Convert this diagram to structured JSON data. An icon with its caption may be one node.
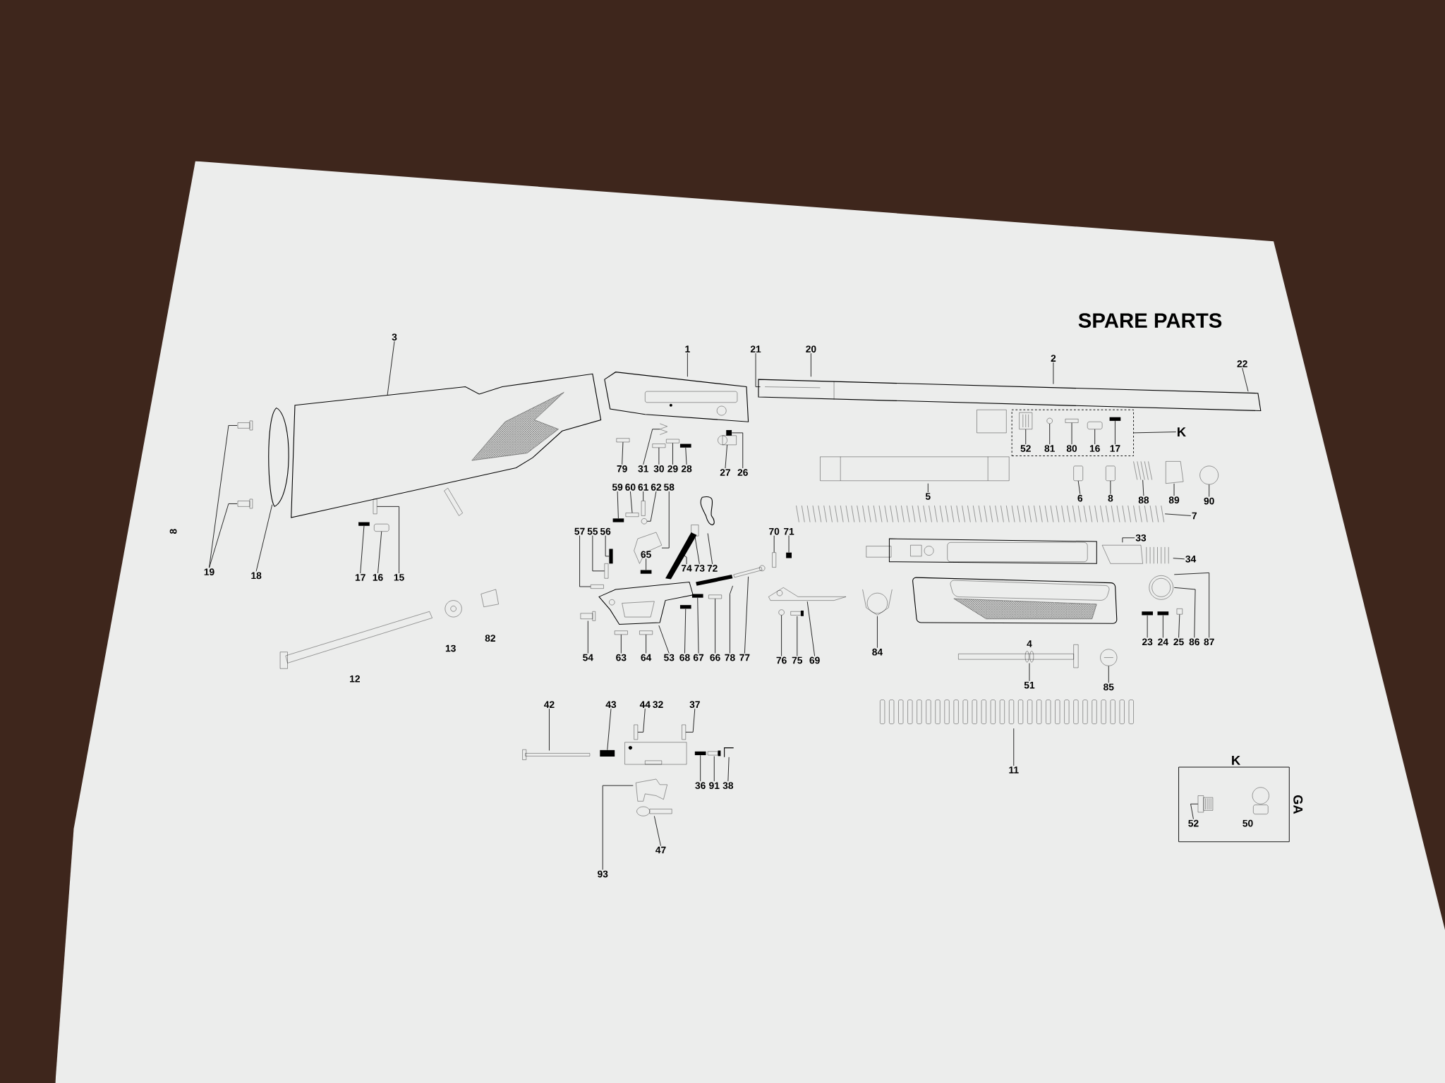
{
  "diagram": {
    "title": "SPARE PARTS",
    "nodes": [
      {
        "text": [
          "3"
        ]
      },
      {
        "text": [
          "1"
        ]
      },
      {
        "text": [
          "21"
        ]
      },
      {
        "text": [
          "20"
        ]
      },
      {
        "text": [
          "2"
        ]
      },
      {
        "text": [
          "22"
        ]
      },
      {
        "text": [],
        "shape": "box"
      },
      {
        "text": [
          "52"
        ],
        "in": 6
      },
      {
        "text": [
          "81"
        ],
        "in": 6
      },
      {
        "text": [
          "80"
        ],
        "in": 6
      },
      {
        "text": [
          "16"
        ],
        "in": 6
      },
      {
        "text": [
          "17"
        ],
        "in": 6
      },
      {
        "text": [
          "K"
        ]
      },
      {
        "text": [
          "79"
        ]
      },
      {
        "text": [
          "31"
        ]
      },
      {
        "text": [
          "30"
        ]
      },
      {
        "text": [
          "29"
        ]
      },
      {
        "text": [
          "28"
        ]
      },
      {
        "text": [
          "27"
        ]
      },
      {
        "text": [
          "26"
        ]
      },
      {
        "text": [
          "5"
        ]
      },
      {
        "text": [
          "6"
        ]
      },
      {
        "text": [
          "8"
        ]
      },
      {
        "text": [
          "88"
        ]
      },
      {
        "text": [
          "89"
        ]
      },
      {
        "text": [
          "90"
        ]
      },
      {
        "text": [
          "59"
        ]
      },
      {
        "text": [
          "60"
        ]
      },
      {
        "text": [
          "61"
        ]
      },
      {
        "text": [
          "62"
        ]
      },
      {
        "text": [
          "58"
        ]
      },
      {
        "text": [
          "7"
        ]
      },
      {
        "text": [
          "70"
        ]
      },
      {
        "text": [
          "71"
        ]
      },
      {
        "text": [
          "57"
        ]
      },
      {
        "text": [
          "55"
        ]
      },
      {
        "text": [
          "56"
        ]
      },
      {
        "text": [
          "19"
        ]
      },
      {
        "text": [
          "18"
        ]
      },
      {
        "text": [
          "17"
        ]
      },
      {
        "text": [
          "16"
        ]
      },
      {
        "text": [
          "15"
        ]
      },
      {
        "text": [
          "65"
        ]
      },
      {
        "text": [
          "74"
        ]
      },
      {
        "text": [
          "73"
        ]
      },
      {
        "text": [
          "72"
        ]
      },
      {
        "text": [
          "33"
        ]
      },
      {
        "text": [
          "34"
        ]
      },
      {
        "text": [
          "54"
        ]
      },
      {
        "text": [
          "63"
        ]
      },
      {
        "text": [
          "64"
        ]
      },
      {
        "text": [
          "53"
        ]
      },
      {
        "text": [
          "68"
        ]
      },
      {
        "text": [
          "67"
        ]
      },
      {
        "text": [
          "66"
        ]
      },
      {
        "text": [
          "78"
        ]
      },
      {
        "text": [
          "77"
        ]
      },
      {
        "text": [
          "76"
        ]
      },
      {
        "text": [
          "75"
        ]
      },
      {
        "text": [
          "69"
        ]
      },
      {
        "text": [
          "84"
        ]
      },
      {
        "text": [
          "23"
        ]
      },
      {
        "text": [
          "24"
        ]
      },
      {
        "text": [
          "25"
        ]
      },
      {
        "text": [
          "86"
        ]
      },
      {
        "text": [
          "87"
        ]
      },
      {
        "text": [
          "51"
        ]
      },
      {
        "text": [
          "85"
        ]
      },
      {
        "text": [
          "42"
        ]
      },
      {
        "text": [
          "43"
        ]
      },
      {
        "text": [
          "44"
        ]
      },
      {
        "text": [
          "37"
        ]
      },
      {
        "text": [
          "11"
        ]
      },
      {
        "text": [
          "K"
        ],
        "beside": [
          "GA"
        ]
      },
      {
        "text": [
          "52"
        ],
        "in": 73
      },
      {
        "text": [
          "36"
        ]
      },
      {
        "text": [
          "91"
        ]
      },
      {
        "text": [
          "38"
        ]
      },
      {
        "text": [
          "47"
        ]
      },
      {
        "text": [
          "93"
        ]
      },
      {
        "text": [],
        "shape": "box",
        "in": 6
      },
      {
        "text": [],
        "shape": "circle",
        "in": 6
      },
      {
        "text": [],
        "shape": "box",
        "in": 6
      },
      {
        "text": [],
        "shape": "box",
        "in": 6
      },
      {
        "text": [],
        "shape": "bar",
        "in": 6
      },
      {
        "text": [],
        "shape": "box"
      },
      {
        "text": [],
        "shape": "spring"
      },
      {
        "text": [],
        "shape": "box"
      },
      {
        "text": [],
        "shape": "box"
      },
      {
        "text": [],
        "shape": "bar"
      },
      {
        "text": [],
        "shape": "box"
      },
      {
        "text": [],
        "shape": "bar"
      },
      {
        "text": [],
        "shape": "box"
      },
      {
        "text": [],
        "shape": "box"
      },
      {
        "text": [],
        "shape": "spring"
      },
      {
        "text": [],
        "shape": "box"
      },
      {
        "text": [],
        "shape": "circle"
      },
      {
        "text": [],
        "shape": "bar"
      },
      {
        "text": [],
        "shape": "box"
      },
      {
        "text": [],
        "shape": "box"
      },
      {
        "text": [],
        "shape": "circle"
      },
      {
        "text": [],
        "shape": "picture"
      },
      {
        "text": [],
        "shape": "spring"
      },
      {
        "text": [],
        "shape": "box"
      },
      {
        "text": [],
        "shape": "bar"
      },
      {
        "text": [],
        "shape": "box"
      },
      {
        "text": [],
        "shape": "box"
      },
      {
        "text": [],
        "shape": "bar"
      },
      {
        "text": [],
        "shape": "box"
      },
      {
        "text": [],
        "shape": "box"
      },
      {
        "text": [],
        "shape": "bar"
      },
      {
        "text": [],
        "shape": "box"
      },
      {
        "text": [],
        "shape": "box"
      },
      {
        "text": [],
        "shape": "bar"
      },
      {
        "text": [],
        "shape": "bar"
      },
      {
        "text": [],
        "shape": "box"
      },
      {
        "text": [],
        "shape": "picture"
      },
      {
        "text": [],
        "shape": "box"
      },
      {
        "text": [],
        "shape": "box"
      },
      {
        "text": [],
        "shape": "box"
      },
      {
        "text": [],
        "shape": "picture"
      },
      {
        "text": [],
        "shape": "bar"
      },
      {
        "text": [],
        "shape": "box"
      },
      {
        "text": [],
        "shape": "circle"
      },
      {
        "text": [],
        "shape": "box"
      },
      {
        "text": [],
        "shape": "picture"
      },
      {
        "text": [],
        "shape": "circle"
      },
      {
        "text": [],
        "shape": "bar"
      },
      {
        "text": [],
        "shape": "bar"
      },
      {
        "text": [],
        "shape": "box"
      },
      {
        "text": [],
        "shape": "bar"
      },
      {
        "text": [],
        "shape": "box"
      },
      {
        "text": [],
        "shape": "picture"
      },
      {
        "text": [],
        "shape": "bar"
      },
      {
        "text": [],
        "shape": "bar"
      },
      {
        "text": [],
        "shape": "box"
      },
      {
        "text": [],
        "shape": "circle"
      },
      {
        "text": [],
        "shape": "box"
      },
      {
        "text": [],
        "shape": "circle"
      },
      {
        "text": [],
        "shape": "bar"
      },
      {
        "text": [],
        "shape": "box"
      },
      {
        "text": [],
        "shape": "box"
      },
      {
        "text": [],
        "shape": "box",
        "in": 73
      },
      {
        "text": [],
        "shape": "box"
      }
    ],
    "edges": [
      {
        "from": 0,
        "to": null,
        "arrow": "none"
      },
      {
        "from": 1,
        "to": null,
        "arrow": "none"
      },
      {
        "from": 2,
        "to": null,
        "arrow": "none"
      },
      {
        "from": 3,
        "to": null,
        "arrow": "none"
      },
      {
        "from": 4,
        "to": null,
        "arrow": "none"
      },
      {
        "from": 5,
        "to": null,
        "arrow": "none"
      },
      {
        "from": 7,
        "to": 80,
        "arrow": "none"
      },
      {
        "from": 8,
        "to": 81,
        "arrow": "none"
      },
      {
        "from": 9,
        "to": 82,
        "arrow": "none"
      },
      {
        "from": 10,
        "to": 83,
        "arrow": "none"
      },
      {
        "from": 11,
        "to": 84,
        "arrow": "none"
      },
      {
        "from": 12,
        "to": 6,
        "arrow": "none"
      },
      {
        "from": 13,
        "to": 85,
        "arrow": "none"
      },
      {
        "from": 14,
        "to": 86,
        "arrow": "none"
      },
      {
        "from": 15,
        "to": 87,
        "arrow": "none"
      },
      {
        "from": 16,
        "to": 88,
        "arrow": "none"
      },
      {
        "from": 17,
        "to": 89,
        "arrow": "none"
      },
      {
        "from": 18,
        "to": 90,
        "arrow": "none"
      },
      {
        "from": 19,
        "to": 91,
        "arrow": "none"
      },
      {
        "from": 20,
        "to": null,
        "arrow": "none"
      },
      {
        "from": 21,
        "to": 92,
        "arrow": "none"
      },
      {
        "from": 22,
        "to": 93,
        "arrow": "none"
      },
      {
        "from": 23,
        "to": 94,
        "arrow": "none"
      },
      {
        "from": 24,
        "to": 95,
        "arrow": "none"
      },
      {
        "from": 25,
        "to": 96,
        "arrow": "none"
      },
      {
        "from": 26,
        "to": 97,
        "arrow": "none"
      },
      {
        "from": 27,
        "to": 98,
        "arrow": "none"
      },
      {
        "from": 28,
        "to": 99,
        "arrow": "none"
      },
      {
        "from": 29,
        "to": 100,
        "arrow": "none"
      },
      {
        "from": 30,
        "to": 101,
        "arrow": "none"
      },
      {
        "from": 31,
        "to": 102,
        "arrow": "none"
      },
      {
        "from": 32,
        "to": 103,
        "arrow": "none"
      },
      {
        "from": 33,
        "to": 104,
        "arrow": "none"
      },
      {
        "from": 34,
        "to": 105,
        "arrow": "none"
      },
      {
        "from": 35,
        "to": 106,
        "arrow": "none"
      },
      {
        "from": 36,
        "to": 107,
        "arrow": "none"
      },
      {
        "from": 37,
        "to": 108,
        "arrow": "none"
      },
      {
        "from": 37,
        "to": 109,
        "arrow": "none"
      },
      {
        "from": 38,
        "to": null,
        "arrow": "none"
      },
      {
        "from": 39,
        "to": 110,
        "arrow": "none"
      },
      {
        "from": 40,
        "to": 111,
        "arrow": "none"
      },
      {
        "from": 41,
        "to": 112,
        "arrow": "none"
      },
      {
        "from": 42,
        "to": 113,
        "arrow": "none"
      },
      {
        "from": 43,
        "to": 114,
        "arrow": "none"
      },
      {
        "from": 44,
        "to": 115,
        "arrow": "none"
      },
      {
        "from": 45,
        "to": 116,
        "arrow": "none"
      },
      {
        "from": 46,
        "to": null,
        "arrow": "none"
      },
      {
        "from": 47,
        "to": null,
        "arrow": "none"
      },
      {
        "from": 48,
        "to": 117,
        "arrow": "none"
      },
      {
        "from": 49,
        "to": 118,
        "arrow": "none"
      },
      {
        "from": 50,
        "to": 119,
        "arrow": "none"
      },
      {
        "from": 51,
        "to": 120,
        "arrow": "none"
      },
      {
        "from": 52,
        "to": 133,
        "arrow": "none"
      },
      {
        "from": 53,
        "to": 134,
        "arrow": "none"
      },
      {
        "from": 54,
        "to": 135,
        "arrow": "none"
      },
      {
        "from": 55,
        "to": 121,
        "arrow": "none"
      },
      {
        "from": 56,
        "to": 122,
        "arrow": "none"
      },
      {
        "from": 57,
        "to": 123,
        "arrow": "none"
      },
      {
        "from": 58,
        "to": 124,
        "arrow": "none"
      },
      {
        "from": 59,
        "to": 125,
        "arrow": "none"
      },
      {
        "from": 60,
        "to": 126,
        "arrow": "none"
      },
      {
        "from": 61,
        "to": 127,
        "arrow": "none"
      },
      {
        "from": 62,
        "to": 128,
        "arrow": "none"
      },
      {
        "from": 63,
        "to": 129,
        "arrow": "none"
      },
      {
        "from": 64,
        "to": 136,
        "arrow": "none"
      },
      {
        "from": 65,
        "to": 136,
        "arrow": "none"
      },
      {
        "from": 66,
        "to": 137,
        "arrow": "none"
      },
      {
        "from": 67,
        "to": 138,
        "arrow": "none"
      },
      {
        "from": 68,
        "to": null,
        "arrow": "none"
      },
      {
        "from": 69,
        "to": 139,
        "arrow": "none"
      },
      {
        "from": 70,
        "to": 140,
        "arrow": "none"
      },
      {
        "from": 71,
        "to": 141,
        "arrow": "none"
      },
      {
        "from": 72,
        "to": null,
        "arrow": "none"
      },
      {
        "from": 74,
        "to": 142,
        "arrow": "none"
      },
      {
        "from": 75,
        "to": 130,
        "arrow": "none"
      },
      {
        "from": 76,
        "to": 131,
        "arrow": "none"
      },
      {
        "from": 77,
        "to": 132,
        "arrow": "none"
      },
      {
        "from": 78,
        "to": 143,
        "arrow": "none"
      },
      {
        "from": 79,
        "to": null,
        "arrow": "none"
      }
    ],
    "labels": [
      "8",
      "12",
      "13",
      "82",
      "4",
      "32",
      "50"
    ]
  }
}
